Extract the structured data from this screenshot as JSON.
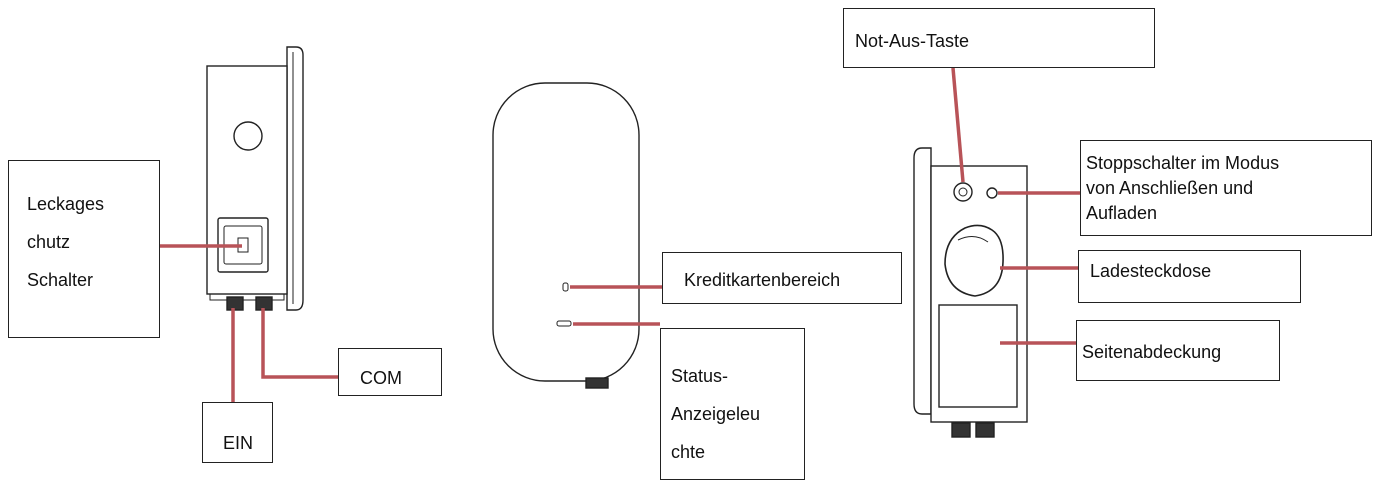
{
  "labels": {
    "leckage": [
      "Leckages",
      "chutz",
      "Schalter"
    ],
    "com": "COM",
    "ein": "EIN",
    "kreditkarten": "Kreditkartenbereich",
    "status": [
      "Status-",
      "Anzeigeleu",
      "chte"
    ],
    "not_aus": "Not-Aus-Taste",
    "stoppschalter": [
      "Stoppschalter im Modus",
      "von Anschließen und",
      "Aufladen"
    ],
    "ladesteckdose": "Ladesteckdose",
    "seitenabdeckung": "Seitenabdeckung"
  },
  "colors": {
    "leader_line": "#b85358",
    "outline": "#222222",
    "background": "#ffffff"
  }
}
